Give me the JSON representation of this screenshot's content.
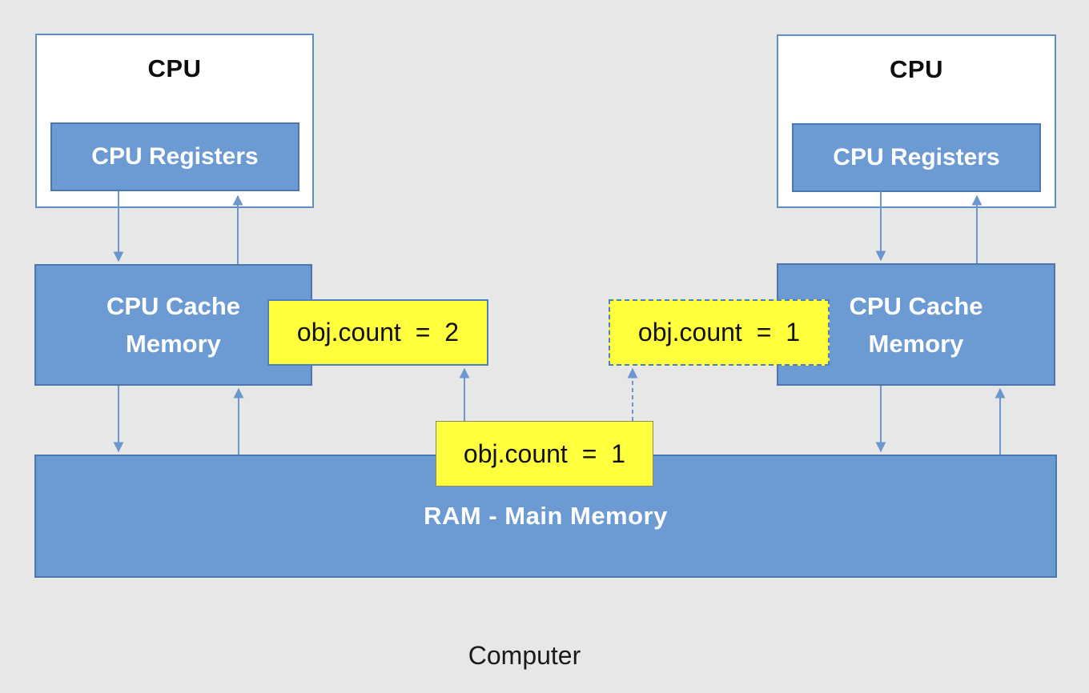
{
  "diagram": {
    "caption": "Computer",
    "cpu_left": {
      "title": "CPU",
      "registers": "CPU Registers"
    },
    "cpu_right": {
      "title": "CPU",
      "registers": "CPU Registers"
    },
    "cache_left": {
      "line1": "CPU Cache",
      "line2": "Memory"
    },
    "cache_right": {
      "line1": "CPU Cache",
      "line2": "Memory"
    },
    "ram": {
      "label": "RAM - Main Memory"
    },
    "callouts": {
      "left": {
        "text": "obj.count = 2",
        "border_style": "solid-blue"
      },
      "right": {
        "text": "obj.count = 1",
        "border_style": "dashed-blue"
      },
      "center": {
        "text": "obj.count = 1",
        "border_style": "solid-gray"
      }
    },
    "arrows": [
      {
        "from": "cpu-registers-left",
        "to": "cache-left",
        "direction": "down",
        "style": "solid"
      },
      {
        "from": "cache-left",
        "to": "cpu-registers-left",
        "direction": "up",
        "style": "solid"
      },
      {
        "from": "cache-left",
        "to": "ram",
        "direction": "down",
        "style": "solid"
      },
      {
        "from": "ram",
        "to": "cache-left",
        "direction": "up",
        "style": "solid"
      },
      {
        "from": "cpu-registers-right",
        "to": "cache-right",
        "direction": "down",
        "style": "solid"
      },
      {
        "from": "cache-right",
        "to": "cpu-registers-right",
        "direction": "up",
        "style": "solid"
      },
      {
        "from": "cache-right",
        "to": "ram",
        "direction": "down",
        "style": "solid"
      },
      {
        "from": "ram",
        "to": "cache-right",
        "direction": "up",
        "style": "solid"
      },
      {
        "from": "callout-center",
        "to": "callout-left",
        "direction": "up",
        "style": "solid"
      },
      {
        "from": "callout-center",
        "to": "callout-right",
        "direction": "up",
        "style": "dashed"
      }
    ],
    "colors": {
      "bg": "#e7e7e7",
      "blue_fill": "#6c9bd3",
      "blue_border": "#4a77ad",
      "white_box_border": "#5e8fc4",
      "arrow": "#6b96ce",
      "yellow_fill": "#ffff3d",
      "callout_blue_border": "#4e7fc0",
      "callout_gray_border": "#8a8a65",
      "text_dark": "#111111"
    }
  }
}
